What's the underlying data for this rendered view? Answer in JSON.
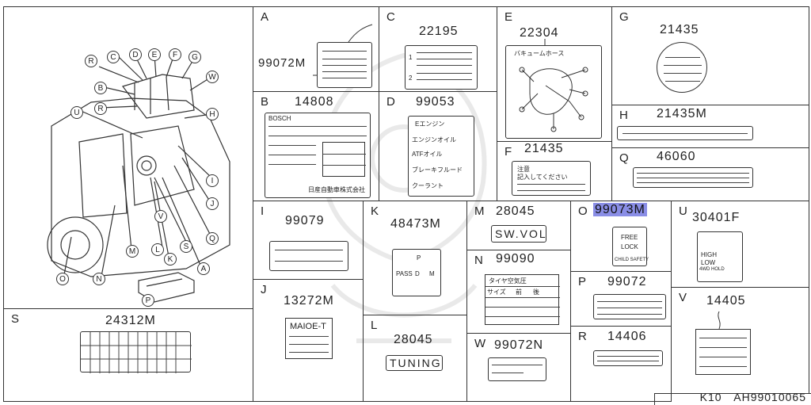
{
  "footer": {
    "code": "K10",
    "diagram_id": "AH99010065"
  },
  "callouts": [
    "R",
    "C",
    "D",
    "E",
    "F",
    "G",
    "W",
    "B",
    "R",
    "U",
    "H",
    "I",
    "J",
    "Q",
    "A",
    "S",
    "K",
    "L",
    "V",
    "M",
    "N",
    "O",
    "P"
  ],
  "cells": {
    "A": {
      "letter": "A",
      "part": "99072M"
    },
    "B": {
      "letter": "B",
      "part": "14808",
      "text1": "BOSCH",
      "text2": "日産自動車株式会社"
    },
    "C": {
      "letter": "C",
      "part": "22195",
      "n1": "1",
      "n2": "2"
    },
    "D": {
      "letter": "D",
      "part": "99053",
      "t1": "Eエンジン",
      "t2": "エンジンオイル",
      "t3": "ATFオイル",
      "t4": "ブレーキフルード",
      "t5": "クーラント"
    },
    "E": {
      "letter": "E",
      "part": "22304",
      "t1": "バキュームホース"
    },
    "F": {
      "letter": "F",
      "part": "21435",
      "t1": "注意",
      "t2": "記入してください"
    },
    "G": {
      "letter": "G",
      "part": "21435"
    },
    "H": {
      "letter": "H",
      "part": "21435M"
    },
    "Q": {
      "letter": "Q",
      "part": "46060"
    },
    "I": {
      "letter": "I",
      "part": "99079"
    },
    "K": {
      "letter": "K",
      "part": "48473M",
      "pass": "PASS",
      "d": "D",
      "m": "M",
      "p": "P"
    },
    "M": {
      "letter": "M",
      "part": "28045",
      "label": "SW.VOL"
    },
    "O": {
      "letter": "O",
      "part": "99073M",
      "t1": "FREE",
      "t2": "LOCK",
      "t3": "CHILD SAFETY"
    },
    "U": {
      "letter": "U",
      "part": "30401F",
      "t1": "HIGH",
      "t2": "LOW",
      "t3": "4WD HOLD"
    },
    "N": {
      "letter": "N",
      "part": "99090",
      "t1": "タイヤ空気圧",
      "t2": "サイズ",
      "t3": "前",
      "t4": "後"
    },
    "J": {
      "letter": "J",
      "part": "13272M",
      "label": "MAIOE-T"
    },
    "P": {
      "letter": "P",
      "part": "99072"
    },
    "L": {
      "letter": "L",
      "part": "28045",
      "label": "TUNING"
    },
    "W": {
      "letter": "W",
      "part": "99072N"
    },
    "R": {
      "letter": "R",
      "part": "14406"
    },
    "V": {
      "letter": "V",
      "part": "14405"
    },
    "S": {
      "letter": "S",
      "part": "24312M"
    }
  }
}
